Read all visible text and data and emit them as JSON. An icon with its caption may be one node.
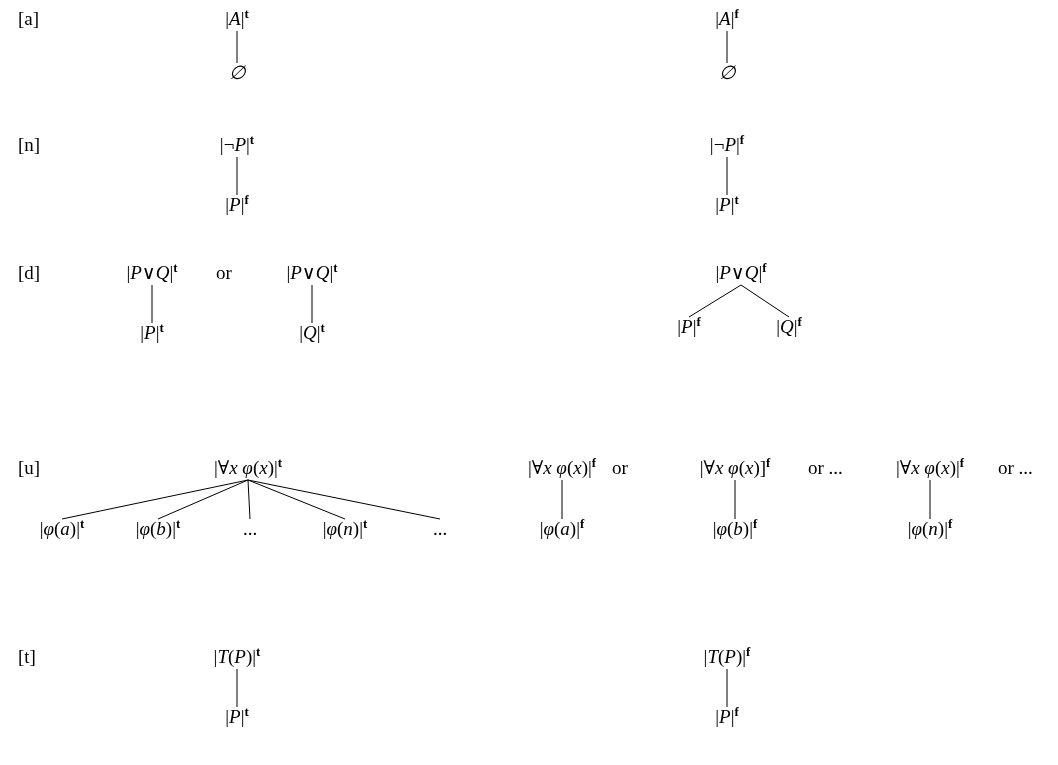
{
  "diagram": {
    "nodes": [
      {
        "text": [
          "|*A*|$^{t}$"
        ]
      },
      {
        "text": [
          "∅"
        ]
      },
      {
        "text": [
          "|*A*|$^{f}$"
        ]
      },
      {
        "text": [
          "∅"
        ]
      },
      {
        "text": [
          "|¬*P*|$^{t}$"
        ]
      },
      {
        "text": [
          "|*P*|$^{f}$"
        ]
      },
      {
        "text": [
          "|¬*P*|$^{f}$"
        ]
      },
      {
        "text": [
          "|*P*|$^{t}$"
        ]
      },
      {
        "text": [
          "|*P*∨*Q*|$^{t}$"
        ]
      },
      {
        "text": [
          "|*P*|$^{t}$"
        ]
      },
      {
        "text": [
          "|*P*∨*Q*|$^{t}$"
        ]
      },
      {
        "text": [
          "|*Q*|$^{t}$"
        ]
      },
      {
        "text": [
          "|*P*∨*Q*|$^{f}$"
        ]
      },
      {
        "text": [
          "|*P*|$^{f}$"
        ]
      },
      {
        "text": [
          "|*Q*|$^{f}$"
        ]
      },
      {
        "text": [
          "|∀*x* *φ*(*x*)|$^{t}$"
        ]
      },
      {
        "text": [
          "|*φ*(*a*)|$^{t}$"
        ]
      },
      {
        "text": [
          "|*φ*(*b*)|$^{t}$"
        ]
      },
      {
        "text": [
          "..."
        ]
      },
      {
        "text": [
          "|*φ*(*n*)|$^{t}$"
        ]
      },
      {
        "text": [
          "..."
        ]
      },
      {
        "text": [
          "|∀*x* *φ*(*x*)|$^{f}$"
        ]
      },
      {
        "text": [
          "|*φ*(*a*)|$^{f}$"
        ]
      },
      {
        "text": [
          "|∀*x* *φ*(*x*)]$^{f}$"
        ]
      },
      {
        "text": [
          "|*φ*(*b*)|$^{f}$"
        ]
      },
      {
        "text": [
          "|∀*x* *φ*(*x*)|$^{f}$"
        ]
      },
      {
        "text": [
          "|*φ*(*n*)|$^{f}$"
        ]
      },
      {
        "text": [
          "|*T*(*P*)|$^{t}$"
        ]
      },
      {
        "text": [
          "|*P*|$^{t}$"
        ]
      },
      {
        "text": [
          "|*T*(*P*)|$^{f}$"
        ]
      },
      {
        "text": [
          "|*P*|$^{f}$"
        ]
      }
    ],
    "edges": [
      {
        "from": 0,
        "to": 1,
        "arrow": "none"
      },
      {
        "from": 2,
        "to": 3,
        "arrow": "none"
      },
      {
        "from": 4,
        "to": 5,
        "arrow": "none"
      },
      {
        "from": 6,
        "to": 7,
        "arrow": "none"
      },
      {
        "from": 8,
        "to": 9,
        "arrow": "none"
      },
      {
        "from": 10,
        "to": 11,
        "arrow": "none"
      },
      {
        "from": 12,
        "to": 13,
        "arrow": "none"
      },
      {
        "from": 12,
        "to": 14,
        "arrow": "none"
      },
      {
        "from": 15,
        "to": 16,
        "arrow": "none"
      },
      {
        "from": 15,
        "to": 17,
        "arrow": "none"
      },
      {
        "from": 15,
        "to": 18,
        "arrow": "none"
      },
      {
        "from": 15,
        "to": 19,
        "arrow": "none"
      },
      {
        "from": 15,
        "to": 20,
        "arrow": "none"
      },
      {
        "from": 21,
        "to": 22,
        "arrow": "none"
      },
      {
        "from": 23,
        "to": 24,
        "arrow": "none"
      },
      {
        "from": 25,
        "to": 26,
        "arrow": "none"
      },
      {
        "from": 27,
        "to": 28,
        "arrow": "none"
      },
      {
        "from": 29,
        "to": 30,
        "arrow": "none"
      }
    ],
    "labels": [
      "[a]",
      "[n]",
      "[d]",
      "or",
      "[u]",
      "or",
      "or ...",
      "or ...",
      "[t]"
    ]
  }
}
